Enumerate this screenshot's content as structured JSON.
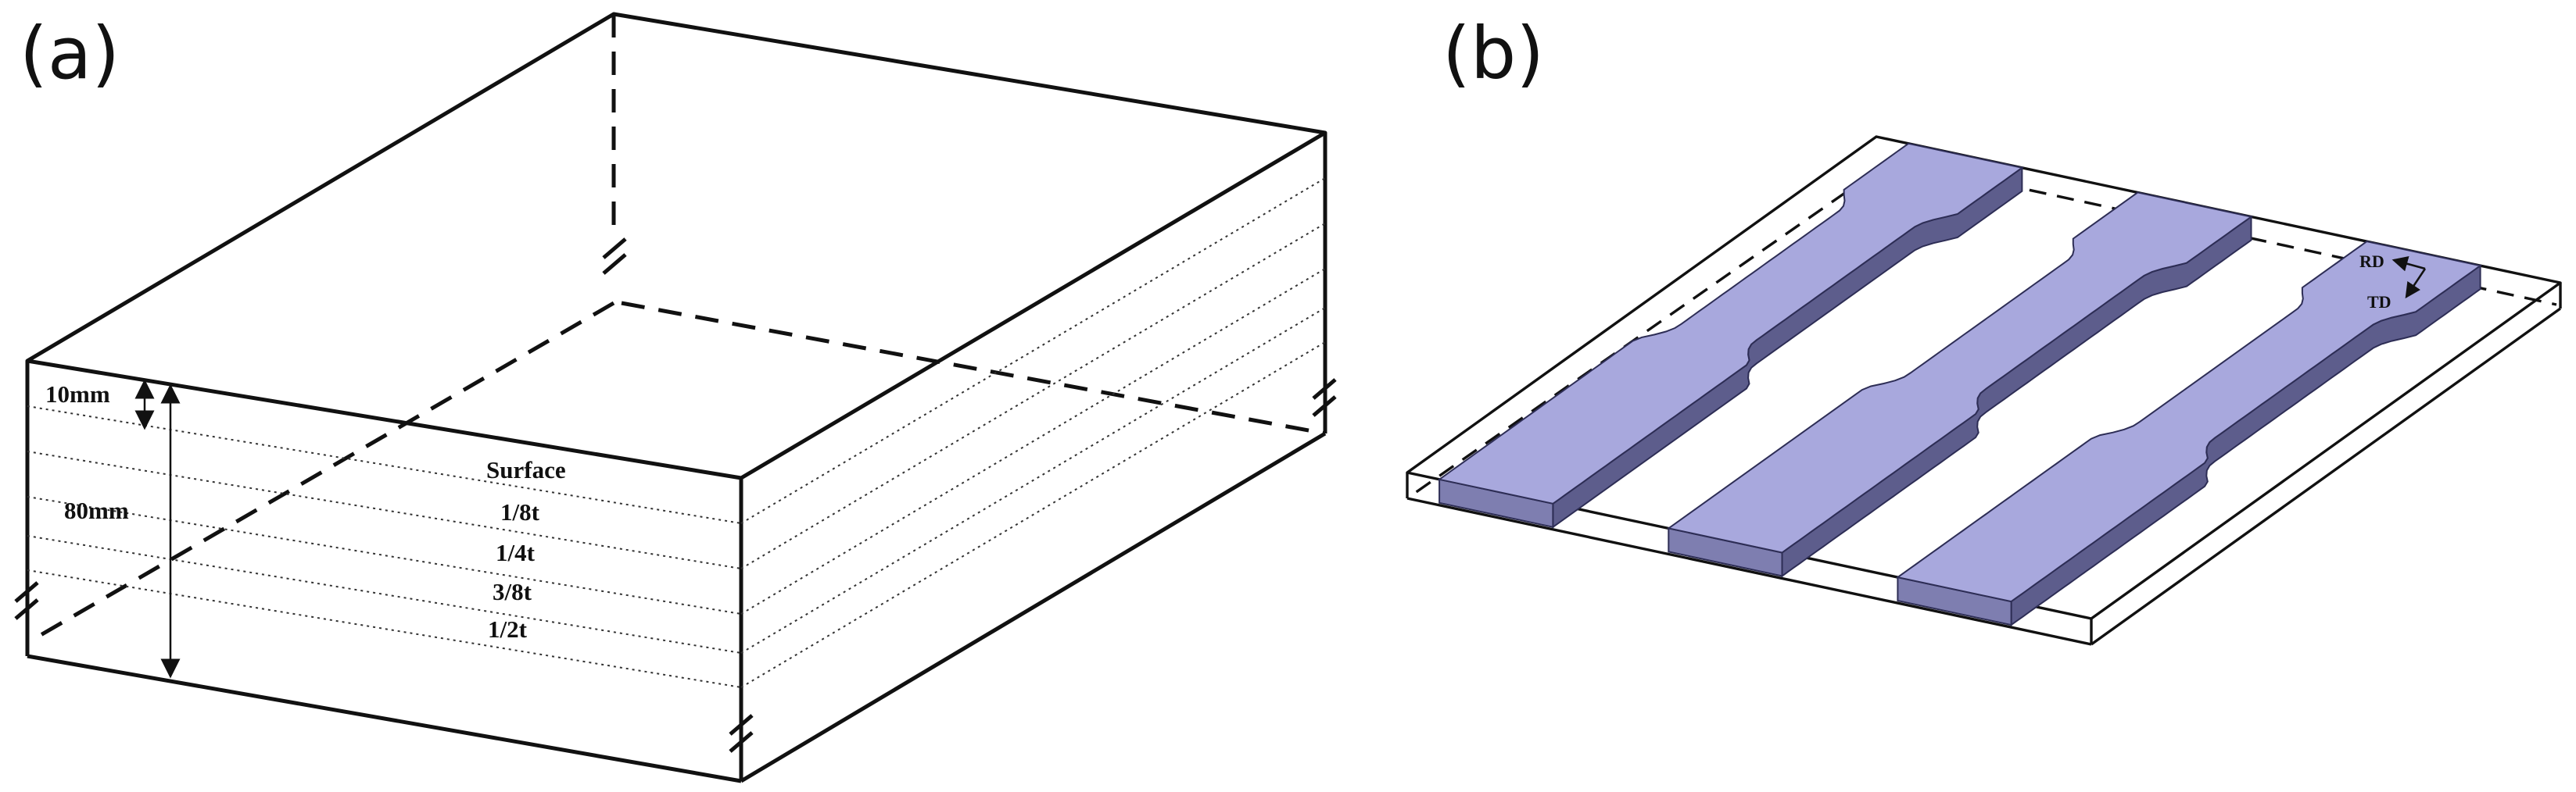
{
  "panels": {
    "a": {
      "letter": "(a)",
      "dimensions": {
        "top_offset": "10mm",
        "total_thickness": "80mm"
      },
      "layers": [
        "Surface",
        "1/8t",
        "1/4t",
        "3/8t",
        "1/2t"
      ]
    },
    "b": {
      "letter": "(b)",
      "directions": {
        "rd": "RD",
        "td": "TD"
      }
    }
  },
  "colors": {
    "specimen_top": "#a8a8dd",
    "specimen_side": "#5d5d8c",
    "specimen_front": "#7e7eb0"
  }
}
